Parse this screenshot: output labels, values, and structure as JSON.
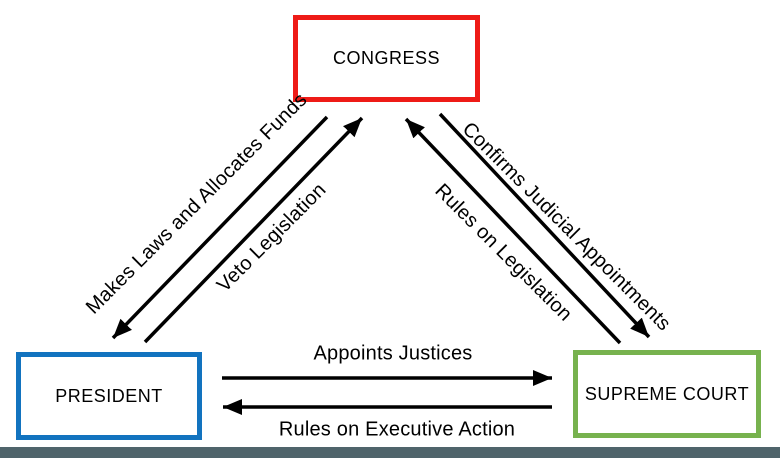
{
  "diagram": {
    "type": "government-checks-and-balances",
    "background": "#ffffff"
  },
  "nodes": {
    "congress": {
      "label": "CONGRESS",
      "border_color": "#ee1b17"
    },
    "president": {
      "label": "PRESIDENT",
      "border_color": "#1273bf"
    },
    "supreme_court": {
      "label": "SUPREME COURT",
      "border_color": "#77b24e"
    }
  },
  "edges": {
    "makes_laws": {
      "label": "Makes Laws and Allocates Funds",
      "from": "CONGRESS",
      "to": "PRESIDENT"
    },
    "veto": {
      "label": "Veto Legislation",
      "from": "PRESIDENT",
      "to": "CONGRESS"
    },
    "rules_legislation": {
      "label": "Rules on Legislation",
      "from": "SUPREME COURT",
      "to": "CONGRESS"
    },
    "confirms": {
      "label": "Confirms Judicial Appointments",
      "from": "CONGRESS",
      "to": "SUPREME COURT"
    },
    "appoints": {
      "label": "Appoints Justices",
      "from": "PRESIDENT",
      "to": "SUPREME COURT"
    },
    "rules_executive": {
      "label": "Rules on Executive Action",
      "from": "SUPREME COURT",
      "to": "PRESIDENT"
    }
  },
  "colors": {
    "arrow": "#000000",
    "text": "#000000",
    "congress_border": "#ee1b17",
    "president_border": "#1273bf",
    "supreme_border": "#77b24e",
    "bottom_bar": "#4f646b"
  }
}
